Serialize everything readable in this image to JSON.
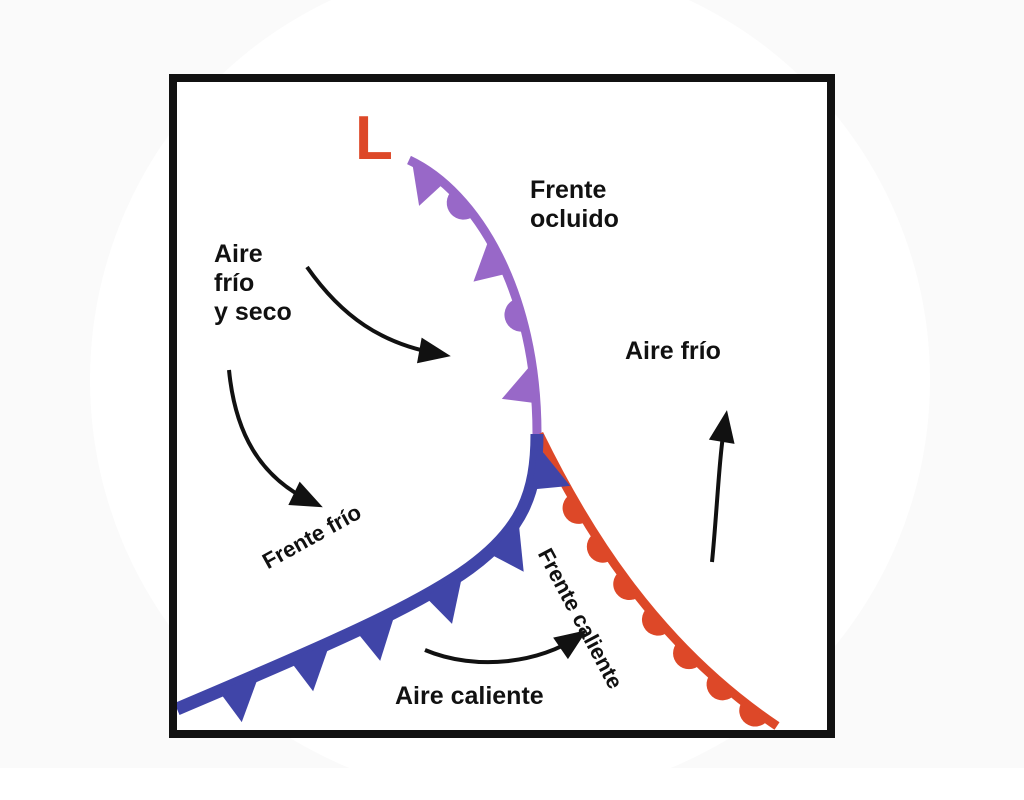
{
  "colors": {
    "occluded_front": "#9868c8",
    "cold_front": "#4045a8",
    "warm_front": "#dd4828",
    "low_pressure": "#dd4828",
    "arrow": "#111111",
    "border": "#111111"
  },
  "icons": [
    "low-pressure-symbol",
    "arrow-icon",
    "triangle-icon",
    "semicircle-icon"
  ],
  "diagram": {
    "low_pressure_symbol": "L",
    "labels": {
      "occluded_front": [
        "Frente",
        "ocluido"
      ],
      "cold_dry_air": [
        "Aire",
        "frío",
        "y seco"
      ],
      "cold_air": "Aire frío",
      "cold_front": "Frente frío",
      "warm_front": "Frente caliente",
      "warm_air": "Aire caliente"
    }
  }
}
